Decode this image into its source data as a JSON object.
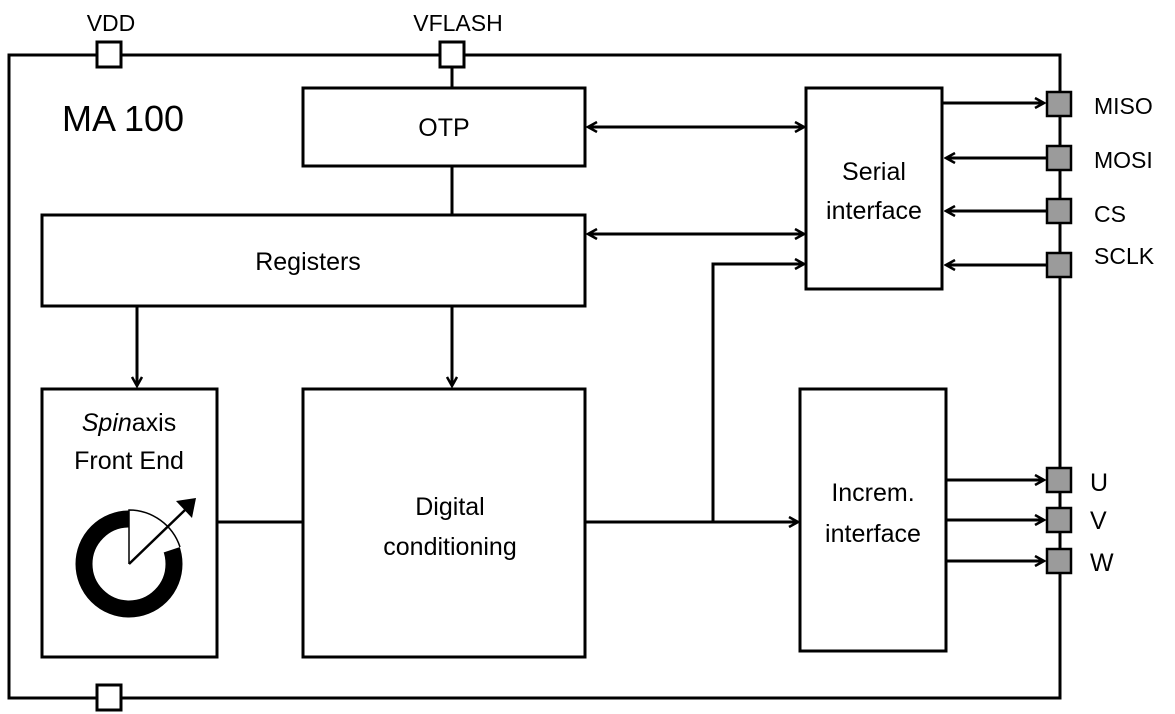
{
  "chip": {
    "name": "MA 100"
  },
  "top_pins": {
    "vdd": "VDD",
    "vflash": "VFLASH"
  },
  "blocks": {
    "otp": "OTP",
    "registers": "Registers",
    "serial": [
      "Serial",
      "interface"
    ],
    "front_end": {
      "italic_part": "Spin",
      "regular_part": "axis",
      "line2": "Front End"
    },
    "digital": [
      "Digital",
      "conditioning"
    ],
    "increm": [
      "Increm.",
      "interface"
    ]
  },
  "right_pins": {
    "miso": "MISO",
    "mosi": "MOSI",
    "cs": "CS",
    "sclk": "SCLK",
    "u": "U",
    "v": "V",
    "w": "W"
  },
  "colors": {
    "line": "#000000",
    "io_pin_fill": "#9b9b9b",
    "background": "#ffffff"
  }
}
